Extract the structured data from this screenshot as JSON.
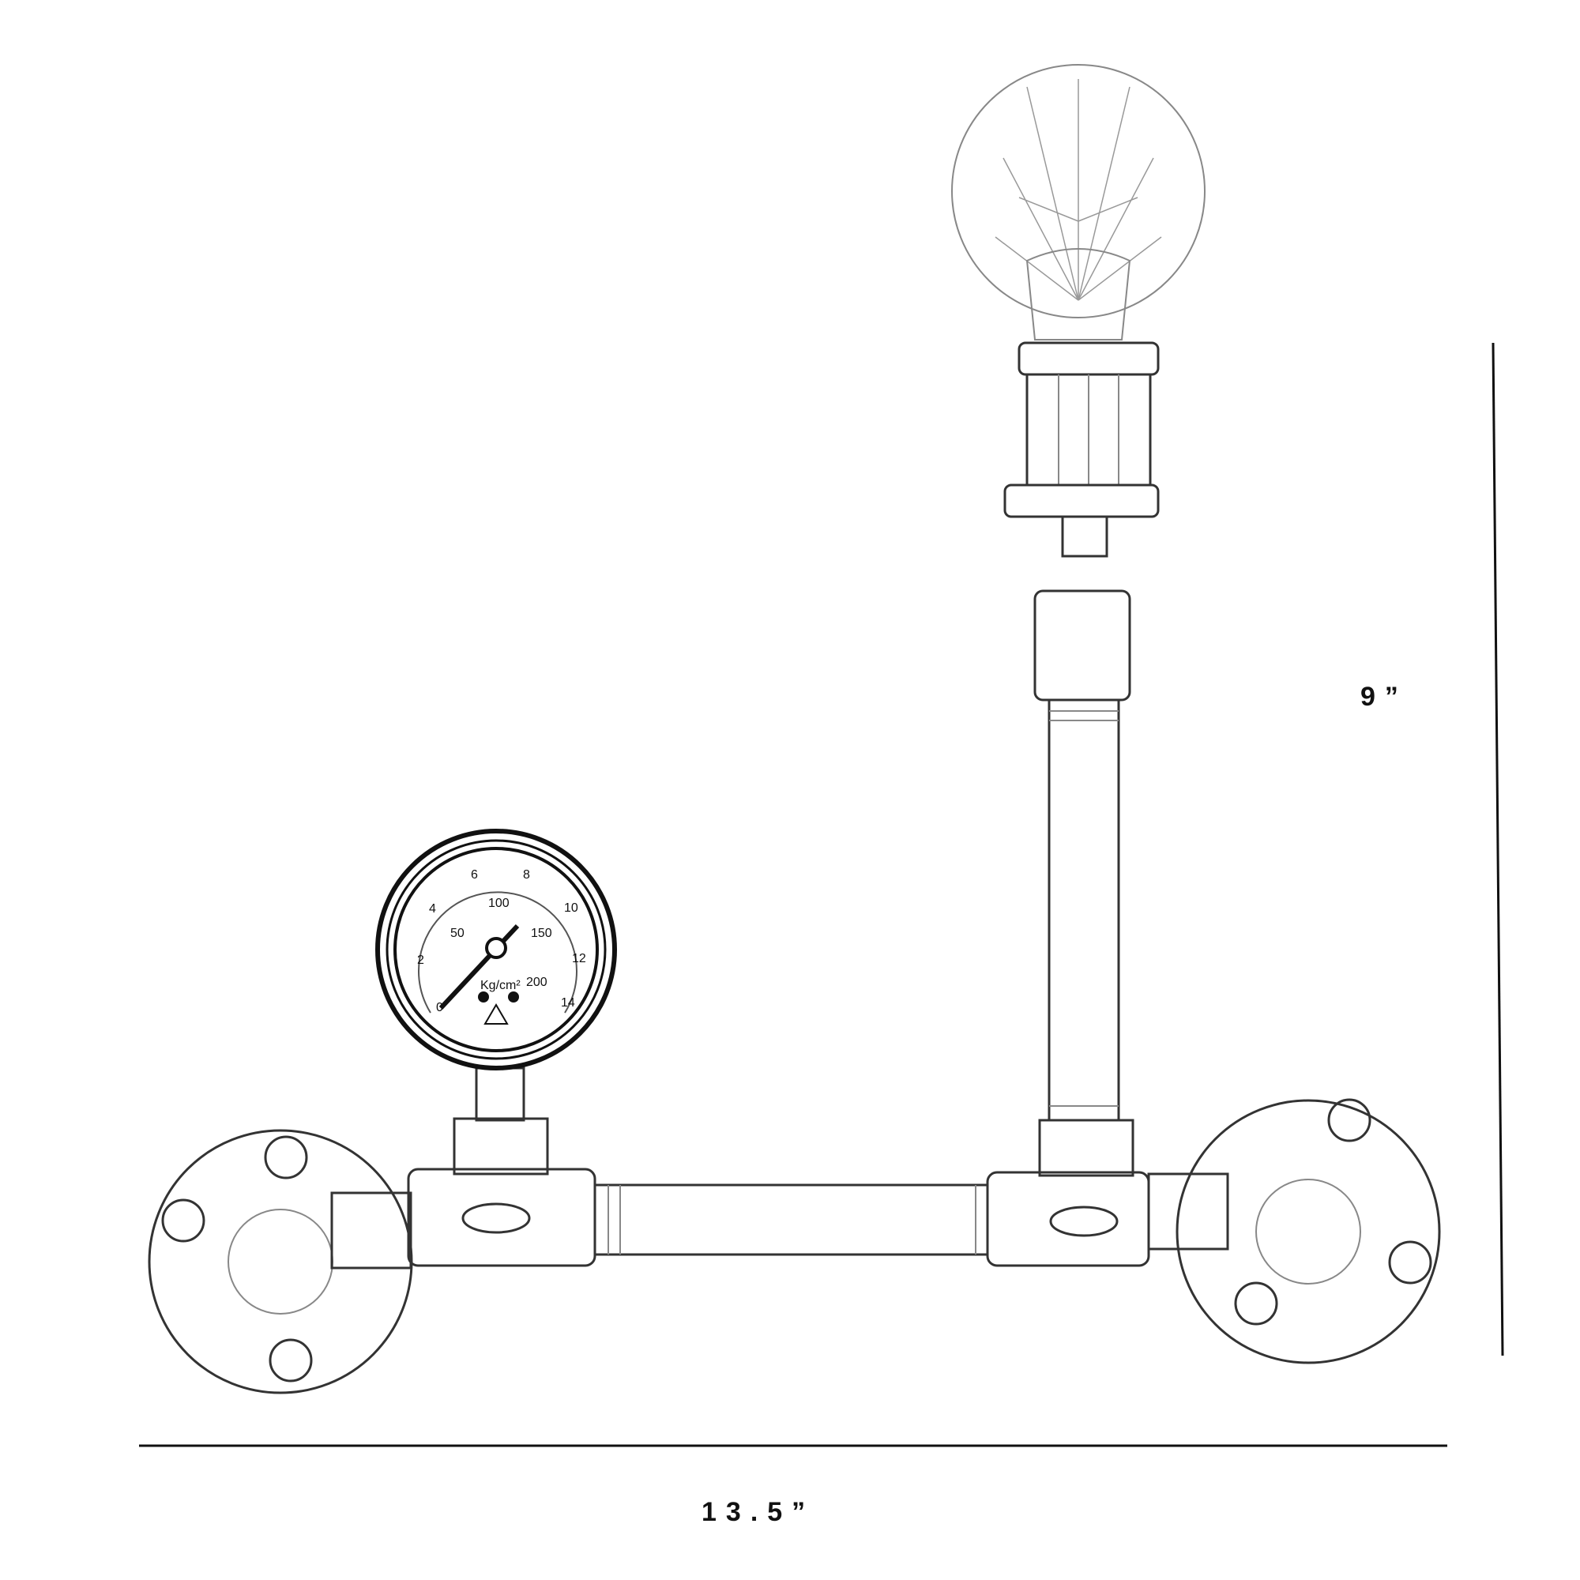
{
  "dimensions": {
    "width_label": "13.5”",
    "height_label": "9”"
  },
  "gauge": {
    "outer_scale": [
      "0",
      "2",
      "4",
      "6",
      "8",
      "10",
      "12",
      "14"
    ],
    "inner_scale": [
      "50",
      "100",
      "150",
      "200"
    ],
    "unit": "Kg/cm²"
  },
  "colors": {
    "line": "#111111",
    "sketch": "#333333",
    "background": "#ffffff"
  }
}
